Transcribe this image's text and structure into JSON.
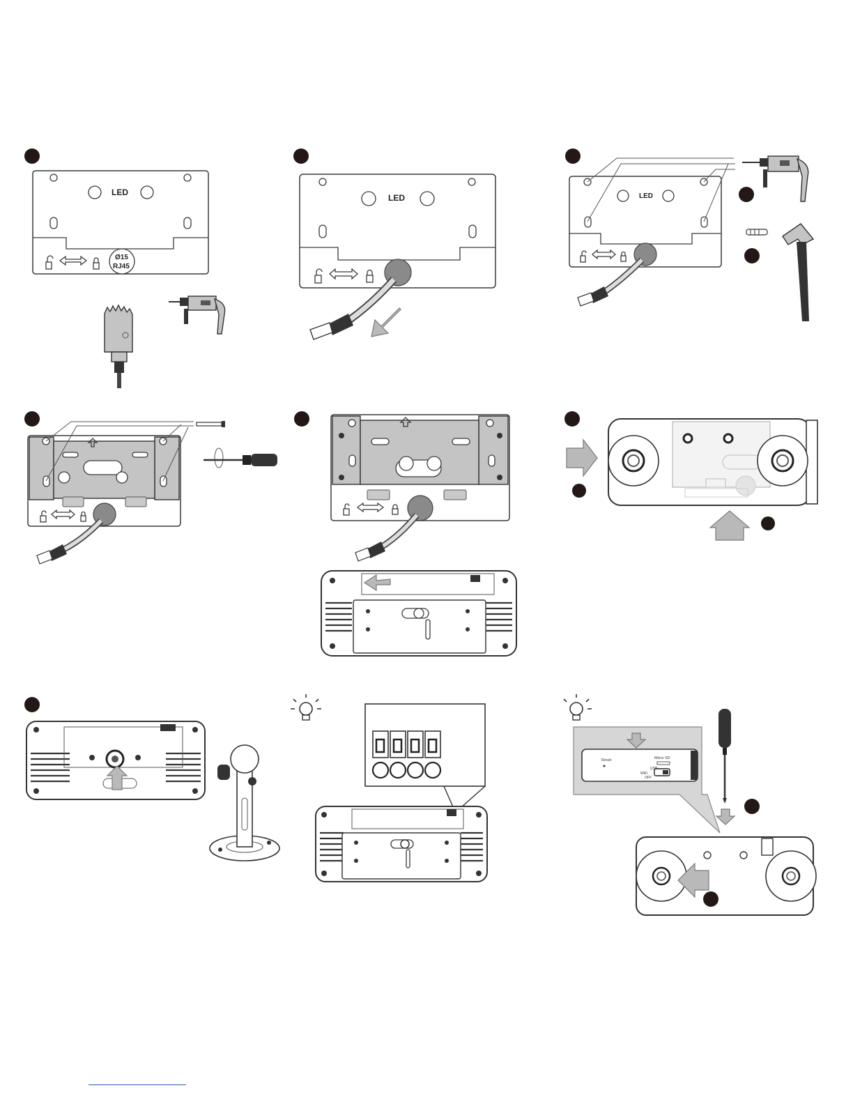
{
  "labels": {
    "led": "LED",
    "hole_size": "Ø15",
    "connector": "RJ45",
    "reset": "Reset",
    "sd_card": "Micro SD",
    "usb": "USB",
    "wifi": "WiFi",
    "off": "OFF"
  },
  "icons": {
    "step_marker": "filled-circle",
    "hint": "lightbulb-icon",
    "unlock": "unlock-icon",
    "lock": "lock-icon",
    "slide": "double-arrow-icon"
  },
  "colors": {
    "marker": "#231815",
    "arrow_fill": "#b9b9b9",
    "hint_box": "#d6d6d6"
  }
}
